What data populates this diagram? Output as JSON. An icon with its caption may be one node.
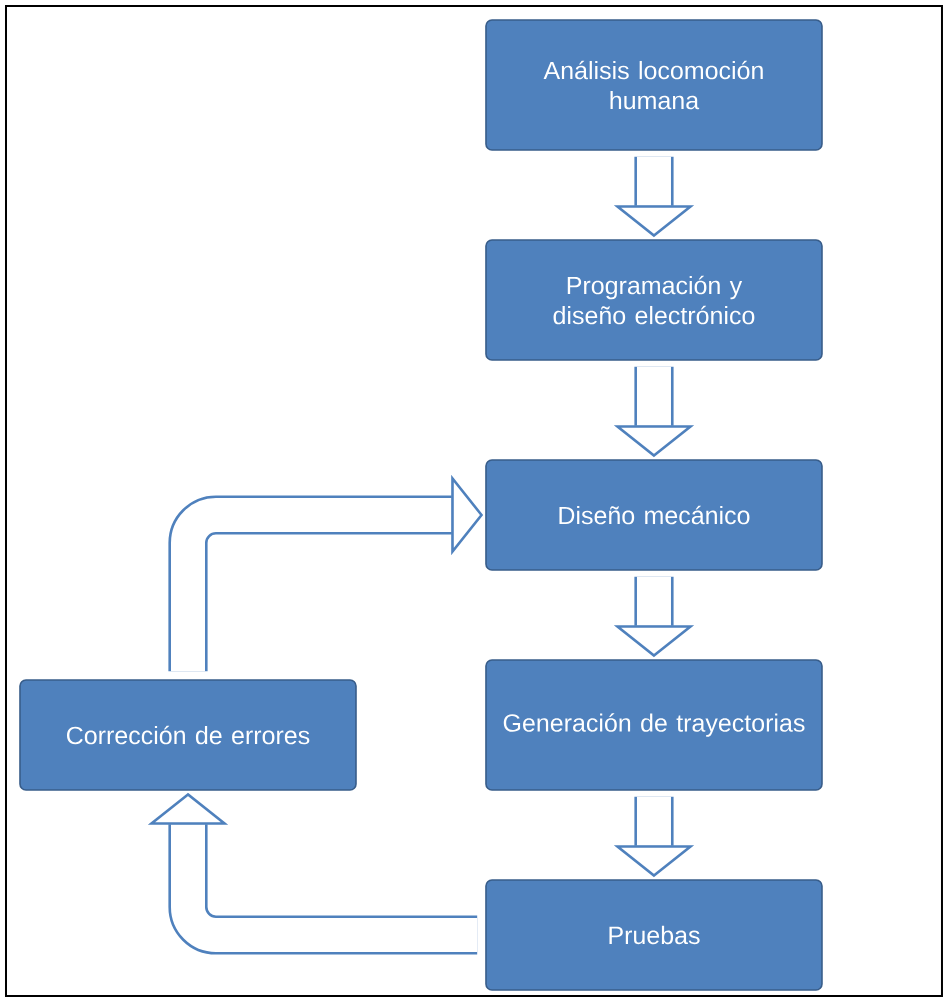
{
  "diagram": {
    "nodes": [
      {
        "text": [
          "Análisis locomoción humana"
        ]
      },
      {
        "text": [
          "Programación y diseño electrónico"
        ]
      },
      {
        "text": [
          "Diseño mecánico"
        ]
      },
      {
        "text": [
          "Generación de trayectorias"
        ]
      },
      {
        "text": [
          "Pruebas"
        ]
      },
      {
        "text": [
          "Corrección de errores"
        ]
      }
    ],
    "edges": [
      {
        "from": 0,
        "to": 1,
        "arrow": "to"
      },
      {
        "from": 1,
        "to": 2,
        "arrow": "to"
      },
      {
        "from": 2,
        "to": 3,
        "arrow": "to"
      },
      {
        "from": 3,
        "to": 4,
        "arrow": "to"
      },
      {
        "from": 4,
        "to": 5,
        "arrow": "to"
      },
      {
        "from": 5,
        "to": 2,
        "arrow": "to"
      }
    ]
  }
}
